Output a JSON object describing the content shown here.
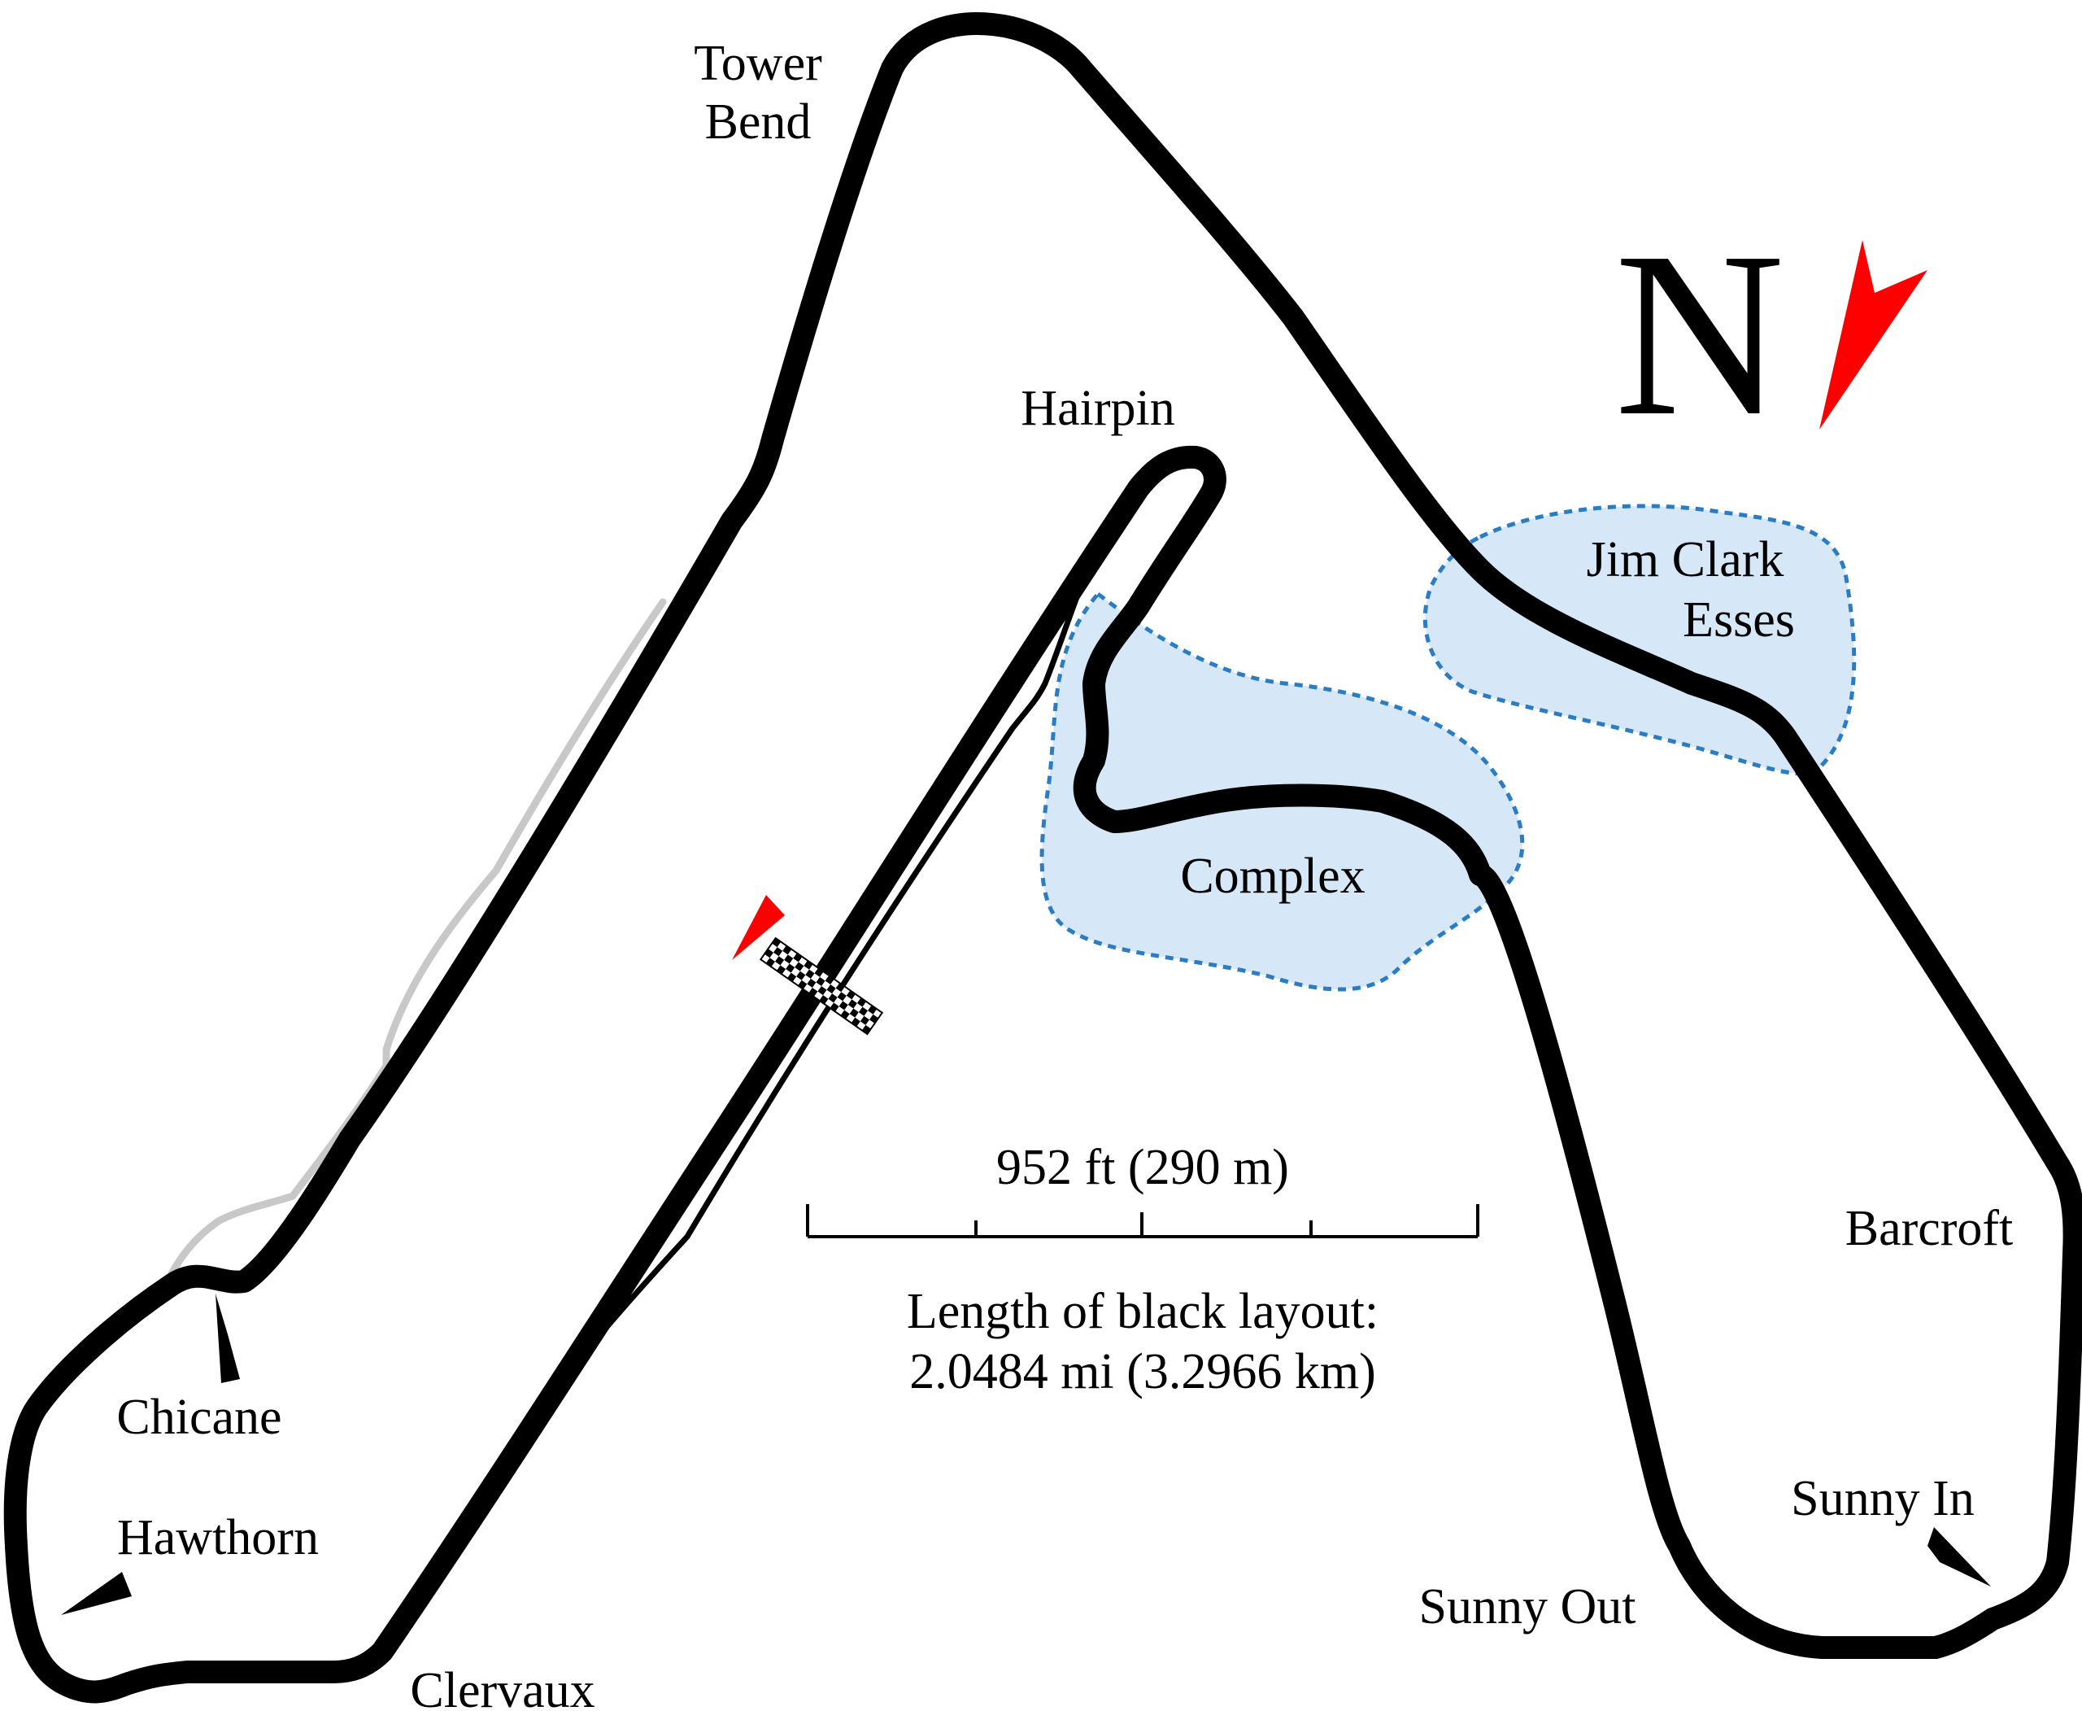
{
  "labels": {
    "tower_bend_1": "Tower",
    "tower_bend_2": "Bend",
    "hairpin": "Hairpin",
    "jim_clark_1": "Jim Clark",
    "jim_clark_2": "Esses",
    "complex": "Complex",
    "barcroft": "Barcroft",
    "sunny_in": "Sunny In",
    "sunny_out": "Sunny Out",
    "clervaux": "Clervaux",
    "chicane": "Chicane",
    "hawthorn": "Hawthorn"
  },
  "north": "N",
  "scale": {
    "label": "952 ft (290 m)"
  },
  "length": {
    "line1": "Length of black layout:",
    "line2": "2.0484 mi (3.2966 km)"
  },
  "colors": {
    "track": "#000000",
    "alt_track": "#c8c8c8",
    "zone_fill": "#d6e8f7",
    "zone_stroke": "#2a7cc4",
    "direction_arrow": "#ff0000"
  }
}
